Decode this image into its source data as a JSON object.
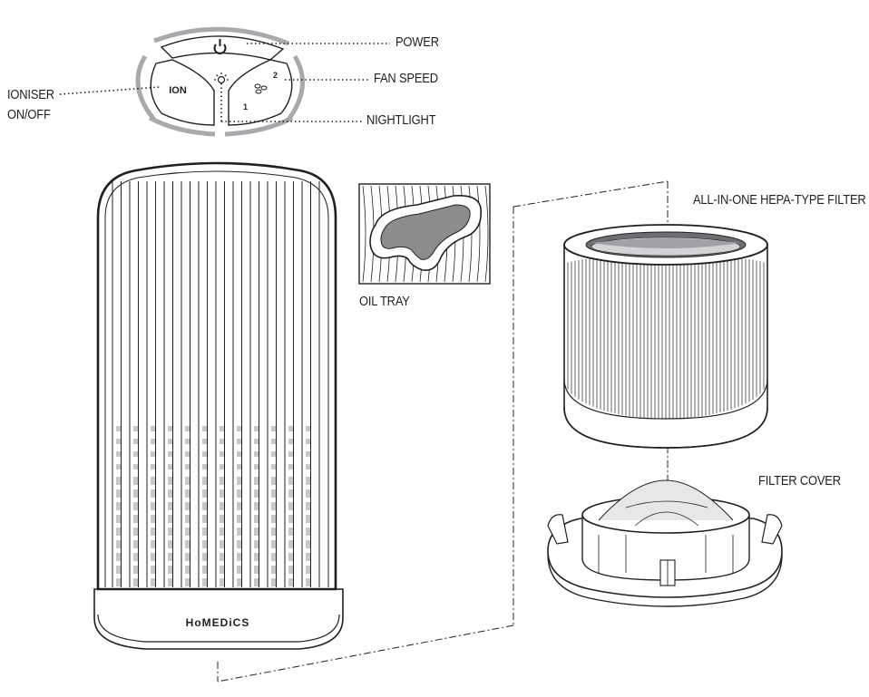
{
  "labels": {
    "power": "POWER",
    "fan_speed": "FAN SPEED",
    "ioniser_line1": "IONISER",
    "ioniser_line2": "ON/OFF",
    "nightlight": "NIGHTLIGHT",
    "hepa_filter": "ALL-IN-ONE HEPA-TYPE FILTER",
    "oil_tray": "OIL TRAY",
    "filter_cover": "FILTER COVER"
  },
  "control_panel": {
    "ion_button_text": "ION",
    "speed_1": "1",
    "speed_2": "2"
  },
  "brand": "HoMEDiCS",
  "colors": {
    "line": "#231f20",
    "shade": "#a7a9ac",
    "oil": "#8a8c8e"
  },
  "icons": [
    "power-icon",
    "fan-icon",
    "nightlight-icon"
  ]
}
